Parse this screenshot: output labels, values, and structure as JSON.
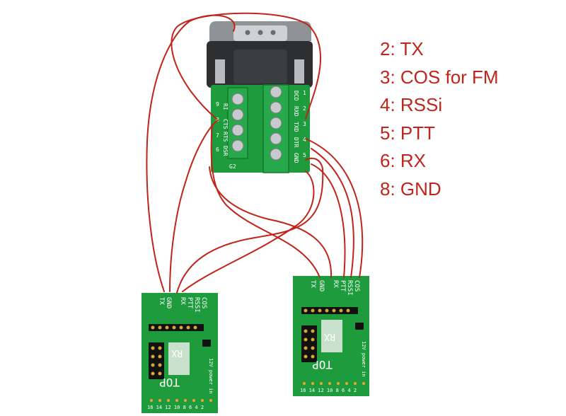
{
  "legend": [
    {
      "label": "2: TX"
    },
    {
      "label": "3: COS for FM"
    },
    {
      "label": "4: RSSi"
    },
    {
      "label": "5: PTT"
    },
    {
      "label": "6: RX"
    },
    {
      "label": "8: GND"
    }
  ],
  "connector": {
    "left_labels": [
      "RI",
      "CTS",
      "RTS",
      "DSR"
    ],
    "left_numbers": [
      "9",
      "8",
      "7",
      "6"
    ],
    "right_labels": [
      "DCD",
      "RXD",
      "TXD",
      "DTR",
      "GND"
    ],
    "right_numbers": [
      "1",
      "2",
      "3",
      "4",
      "5"
    ],
    "board_mark": "G2"
  },
  "module_left": {
    "pin_labels": [
      "TX",
      "GND",
      "RX",
      "PTT",
      "RSSI",
      "COS"
    ],
    "top_text": "TOP",
    "rx_text": "RX",
    "side_text": "12V power in",
    "bottom_numbers": "16 14 12 10 8 6 4 2"
  },
  "module_right": {
    "pin_labels": [
      "TX",
      "GND",
      "RX",
      "PTT",
      "RSSI",
      "COS"
    ],
    "top_text": "TOP",
    "rx_text": "RX",
    "side_text": "12V power in",
    "bottom_numbers": "16 14 12 10 8 6 4 2"
  },
  "colors": {
    "wire": "#c0241a",
    "pcb": "#1e9b3c",
    "pcb_dark": "#137a2c",
    "metal": "#b9bcbf",
    "background": "#ffffff"
  }
}
